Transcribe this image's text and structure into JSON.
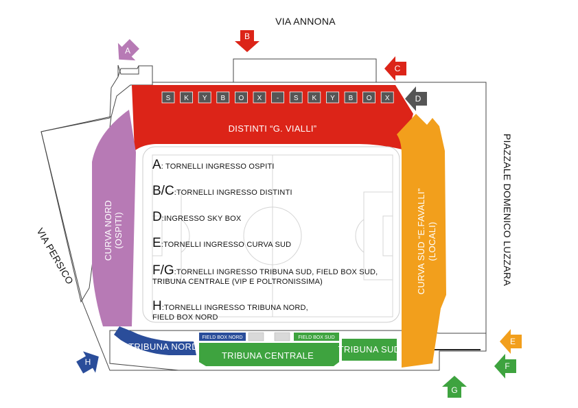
{
  "streets": {
    "north": "VIA ANNONA",
    "east": "PIAZZALE DOMENICO LUZZARA",
    "west": "VIA PERSICO"
  },
  "colors": {
    "distinti": "#dc2418",
    "curva_nord": "#b77ab5",
    "curva_sud": "#f29f1c",
    "tribuna_nord": "#2a4d9a",
    "tribuna_centrale": "#3ea33f",
    "tribuna_sud": "#3ea33f",
    "skybox": "#555555",
    "gate_a": "#b77ab5",
    "gate_b": "#dc2418",
    "gate_c": "#dc2418",
    "gate_d": "#555555",
    "gate_e": "#f29f1c",
    "gate_f": "#3ea33f",
    "gate_g": "#3ea33f",
    "gate_h": "#2a4d9a"
  },
  "sectors": {
    "distinti": "DISTINTI “G. VIALLI”",
    "curva_nord_line1": "CURVA NORD",
    "curva_nord_line2": "(OSPITI)",
    "curva_sud_line1": "CURVA SUD “E.FAVALLI”",
    "curva_sud_line2": "(LOCALI)",
    "tribuna_nord": "TRIBUNA NORD",
    "tribuna_centrale": "TRIBUNA CENTRALE",
    "tribuna_sud": "TRIBUNA SUD",
    "field_box_nord": "FIELD BOX NORD",
    "field_box_sud": "FIELD BOX SUD"
  },
  "skybox_cells": [
    "S",
    "K",
    "Y",
    "B",
    "O",
    "X",
    "-",
    "S",
    "K",
    "Y",
    "B",
    "O",
    "X"
  ],
  "gates": {
    "a": "A",
    "b": "B",
    "c": "C",
    "d": "D",
    "e": "E",
    "f": "F",
    "g": "G",
    "h": "H"
  },
  "legend": [
    {
      "letter": "A",
      "text": ": TORNELLI INGRESSO OSPITI",
      "text2": ""
    },
    {
      "letter": "B/C",
      "text": ":TORNELLI INGRESSO DISTINTI",
      "text2": ""
    },
    {
      "letter": "D",
      "text": ":INGRESSO SKY BOX",
      "text2": ""
    },
    {
      "letter": "E",
      "text": ":TORNELLI INGRESSO CURVA SUD",
      "text2": ""
    },
    {
      "letter": "F/G",
      "text": ":TORNELLI INGRESSO TRIBUNA SUD, FIELD BOX SUD,",
      "text2": "TRIBUNA CENTRALE (VIP E POLTRONISSIMA)"
    },
    {
      "letter": "H",
      "text": ":TORNELLI INGRESSO TRIBUNA NORD,",
      "text2": "FIELD BOX NORD"
    }
  ]
}
